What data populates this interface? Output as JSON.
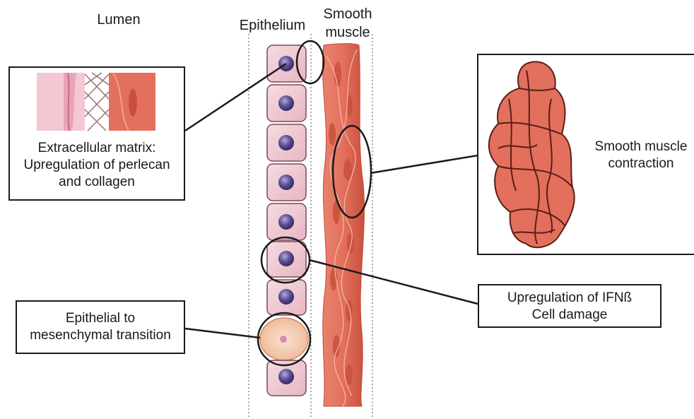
{
  "labels": {
    "lumen": "Lumen",
    "epithelium": "Epithelium",
    "smooth_muscle_line1": "Smooth",
    "smooth_muscle_line2": "muscle",
    "smooth_muscle_contraction_line1": "Smooth muscle",
    "smooth_muscle_contraction_line2": "contraction"
  },
  "boxes": {
    "ecm": {
      "line1": "Extracellular matrix:",
      "line2": "Upregulation of perlecan",
      "line3": "and collagen"
    },
    "emt": {
      "line1": "Epithelial to",
      "line2": "mesenchymal transition"
    },
    "ifn": {
      "line1": "Upregulation of IFNß",
      "line2": "Cell damage"
    }
  },
  "colors": {
    "cell_fill": "#f0cdd6",
    "cell_border": "#7a4a52",
    "nucleus": "#5b4f8f",
    "muscle": "#e2705d",
    "muscle_dark": "#c9503c",
    "emt_cell": "#f6cfb6",
    "outline": "#1a1a1a"
  }
}
